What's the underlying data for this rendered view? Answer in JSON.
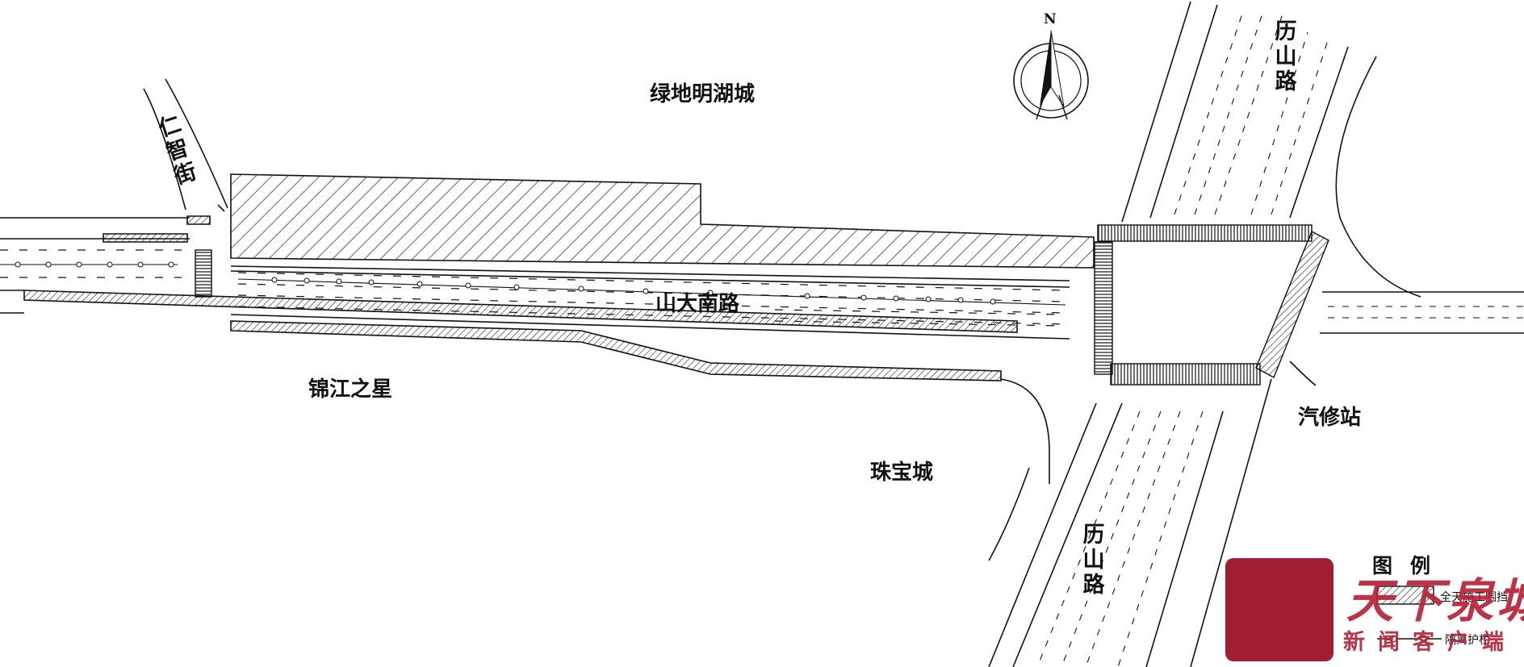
{
  "labels": {
    "north": "N",
    "lvdi_mingehu": "绿地明湖城",
    "shanda_nanlu": "山大南路",
    "jinjiang_zhixing": "锦江之星",
    "zhubaocheng": "珠宝城",
    "qixiuzhan": "汽修站",
    "renzhi_jie": "仁智街",
    "lishan_lu_north": "历山路",
    "lishan_lu_south": "历山路"
  },
  "legend": {
    "title": "图例",
    "items": [
      {
        "label": "全天施工围挡",
        "icon": "hatched-box-icon"
      },
      {
        "label": "隔离护栏",
        "icon": "barrier-line-icon"
      }
    ]
  },
  "watermark": {
    "name": "天下泉城",
    "subtitle": "新闻客户端"
  },
  "colors": {
    "line": "#111111",
    "brand": "#a11d33",
    "hatch": "#222222"
  }
}
